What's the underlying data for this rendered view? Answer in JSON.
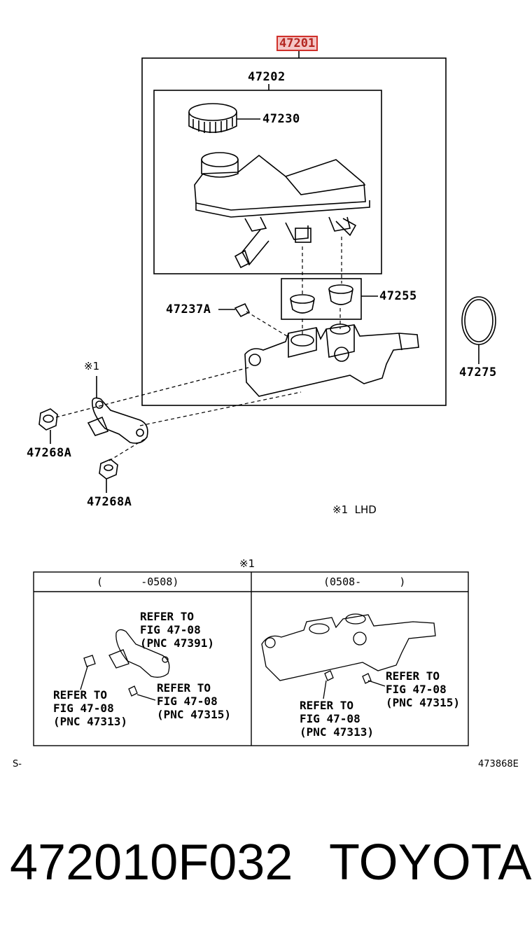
{
  "diagram": {
    "main_part": "47201",
    "labels": {
      "reservoir": "47202",
      "cap": "47230",
      "grommet": "47255",
      "plug": "47237A",
      "oring": "47275",
      "nut_left": "47268A",
      "nut_bottom": "47268A"
    },
    "bracket_mark": "※1",
    "note": "※1  LHD",
    "table": {
      "mark": "※1",
      "col1_header": "(      -0508)",
      "col2_header": "(0508-      )",
      "left_refs": [
        "REFER TO\nFIG 47-08\n(PNC 47391)",
        "REFER TO\nFIG 47-08\n(PNC 47313)",
        "REFER TO\nFIG 47-08\n(PNC 47315)"
      ],
      "right_refs": [
        "REFER TO\nFIG 47-08\n(PNC 47315)",
        "REFER TO\nFIG 47-08\n(PNC 47313)"
      ]
    },
    "footer_left": "S-",
    "footer_right": "473868E"
  },
  "caption": {
    "part_number": "472010F032",
    "brand": "TOYOTA"
  }
}
